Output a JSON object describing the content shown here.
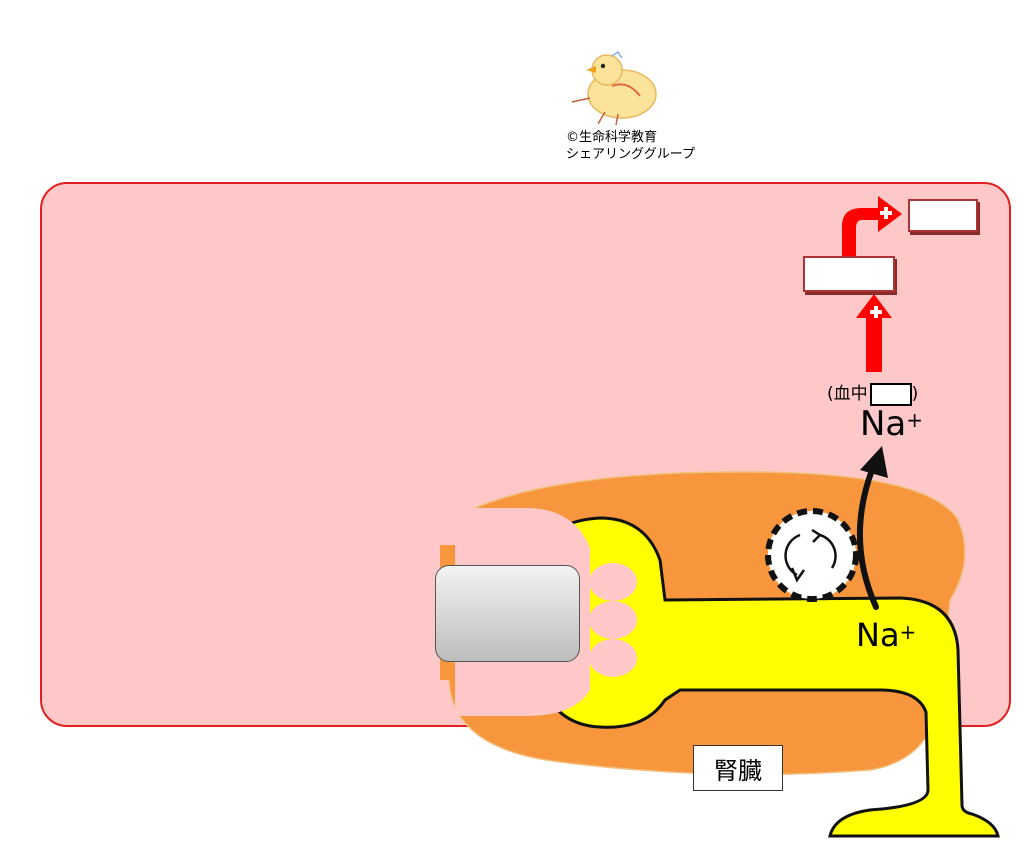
{
  "credit": {
    "line1": "©生命科学教育",
    "line2": "シェアリンググループ"
  },
  "labels": {
    "na_symbol": "Na",
    "na_charge": "+",
    "blood_prefix": "(血中",
    "blood_suffix": ")",
    "kidney": "腎臓"
  },
  "colors": {
    "body_fill": "#ffc8c8",
    "body_border": "#e02020",
    "kidney": "#f7963c",
    "tubule": "#ffff00",
    "arrow_red": "#ff0000"
  },
  "icons": {
    "chick": "chick-icon",
    "plus": "plus-icon",
    "transporter": "rotating-pump-icon"
  }
}
